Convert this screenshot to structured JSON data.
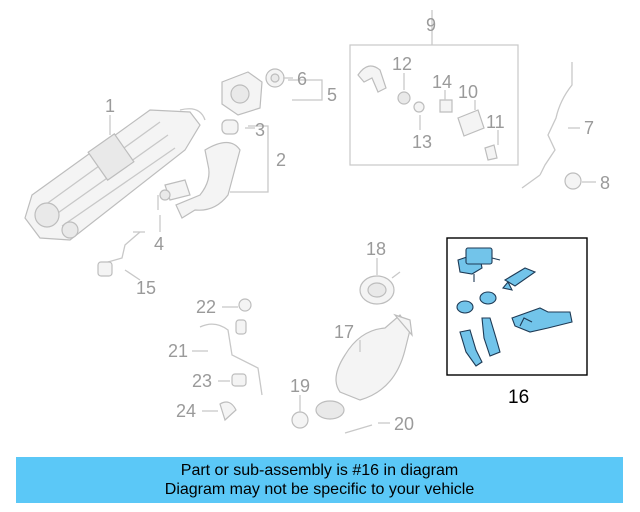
{
  "callouts": {
    "c1": "1",
    "c2": "2",
    "c3": "3",
    "c4": "4",
    "c5": "5",
    "c6": "6",
    "c7": "7",
    "c8": "8",
    "c9": "9",
    "c10": "10",
    "c11": "11",
    "c12": "12",
    "c13": "13",
    "c14": "14",
    "c15": "15",
    "c16": "16",
    "c17": "17",
    "c18": "18",
    "c19": "19",
    "c20": "20",
    "c21": "21",
    "c22": "22",
    "c23": "23",
    "c24": "24"
  },
  "colors": {
    "highlight": "#72c4ea",
    "banner": "#5bc8f7",
    "diagram_line": "#c8c8c8"
  },
  "banner": {
    "line1": "Part or sub-assembly is #16 in diagram",
    "line2": "Diagram may not be specific to your vehicle"
  }
}
